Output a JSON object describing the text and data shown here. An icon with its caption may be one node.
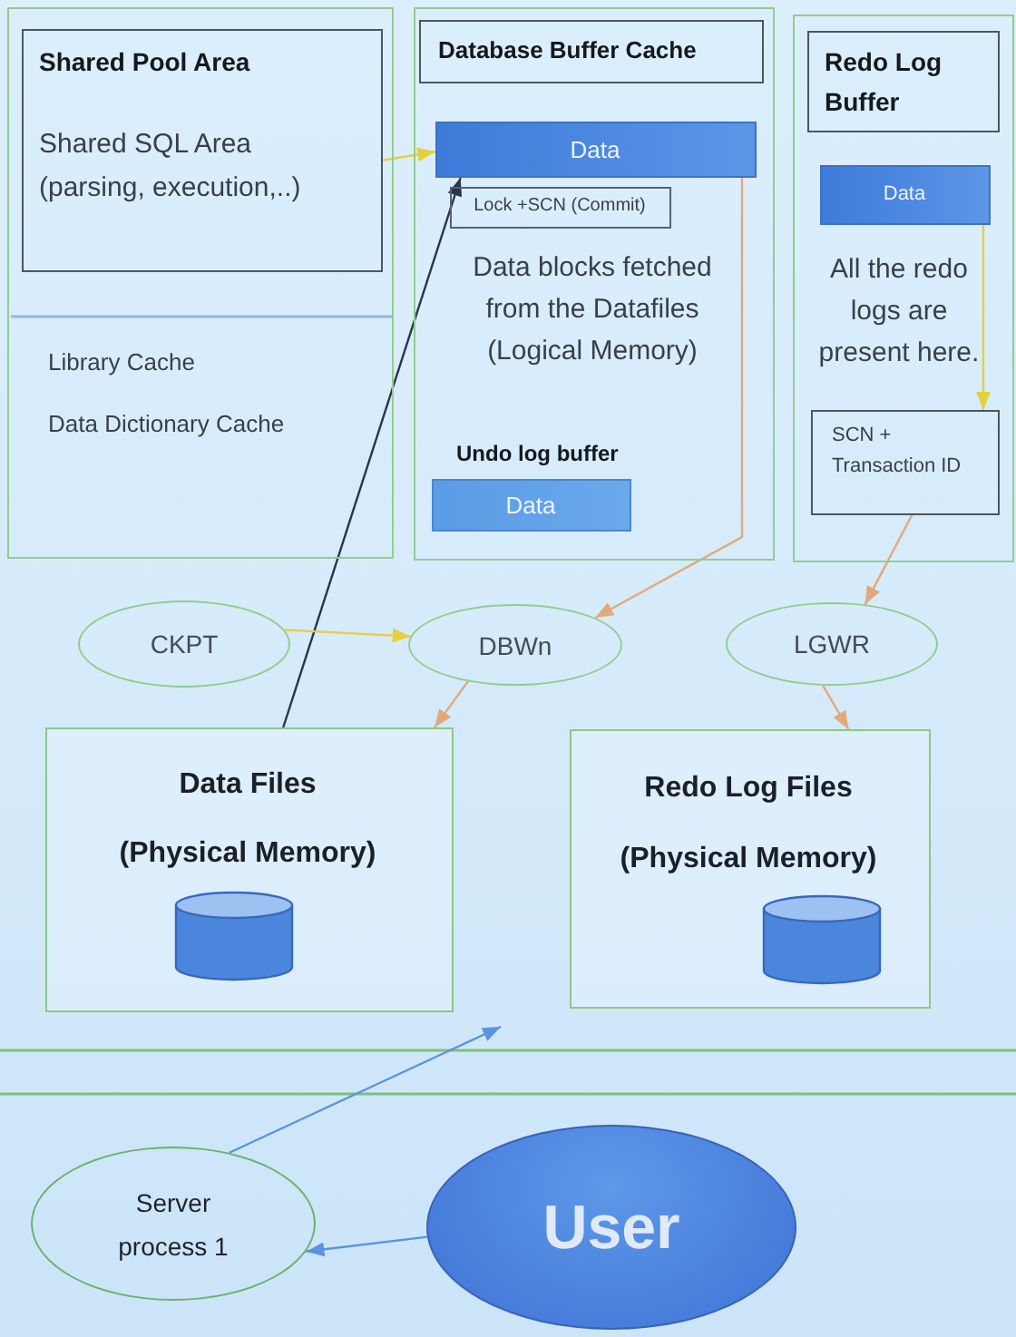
{
  "diagram": {
    "nodes": [
      {
        "text": [
          "Library Cache",
          "Data Dictionary Cache"
        ]
      },
      {
        "text": [
          "Shared Pool Area",
          "Shared SQL Area (parsing, execution,..)"
        ],
        "in": 0
      },
      {
        "text": [
          "Data blocks fetched from the Datafiles (Logical Memory)",
          "Undo log buffer"
        ]
      },
      {
        "text": [
          "Database Buffer Cache"
        ],
        "in": 2
      },
      {
        "text": [
          "Data"
        ],
        "in": 2
      },
      {
        "text": [
          "Lock +SCN (Commit)"
        ],
        "in": 2
      },
      {
        "text": [
          "Data"
        ],
        "in": 2
      },
      {
        "text": [
          "All the redo logs are present here."
        ]
      },
      {
        "text": [
          "Redo Log Buffer"
        ],
        "in": 7
      },
      {
        "text": [
          "Data"
        ],
        "in": 7
      },
      {
        "text": [
          "SCN + Transaction ID"
        ],
        "in": 7
      },
      {
        "text": [
          "CKPT"
        ]
      },
      {
        "text": [
          "DBWn"
        ]
      },
      {
        "text": [
          "LGWR"
        ]
      },
      {
        "text": [
          "Data Files",
          "(Physical Memory)"
        ]
      },
      {
        "text": [],
        "shape": "cylinder",
        "in": 14
      },
      {
        "text": [
          "Redo Log Files",
          "(Physical Memory)"
        ]
      },
      {
        "text": [],
        "shape": "cylinder",
        "in": 16
      },
      {
        "text": [
          "Server process 1"
        ]
      },
      {
        "text": [
          "User"
        ]
      }
    ],
    "edges": [
      {
        "from": 1,
        "to": 4,
        "arrow": "to",
        "color": "#e3d03c"
      },
      {
        "from": 14,
        "to": 4,
        "arrow": "to",
        "color": "#2a3350"
      },
      {
        "from": 4,
        "to": 12,
        "arrow": "to"
      },
      {
        "from": 11,
        "to": 12,
        "arrow": "to",
        "color": "#e3d03c"
      },
      {
        "from": 12,
        "to": 14,
        "arrow": "to"
      },
      {
        "from": 9,
        "to": 10,
        "arrow": "to",
        "color": "#e3d03c"
      },
      {
        "from": 10,
        "to": 13,
        "arrow": "to"
      },
      {
        "from": 13,
        "to": 16,
        "arrow": "to"
      },
      {
        "from": 18,
        "to": null,
        "arrow": "to",
        "color": "#5b93e0"
      },
      {
        "from": 19,
        "to": 18,
        "arrow": "to",
        "color": "#5b93e0"
      }
    ]
  }
}
